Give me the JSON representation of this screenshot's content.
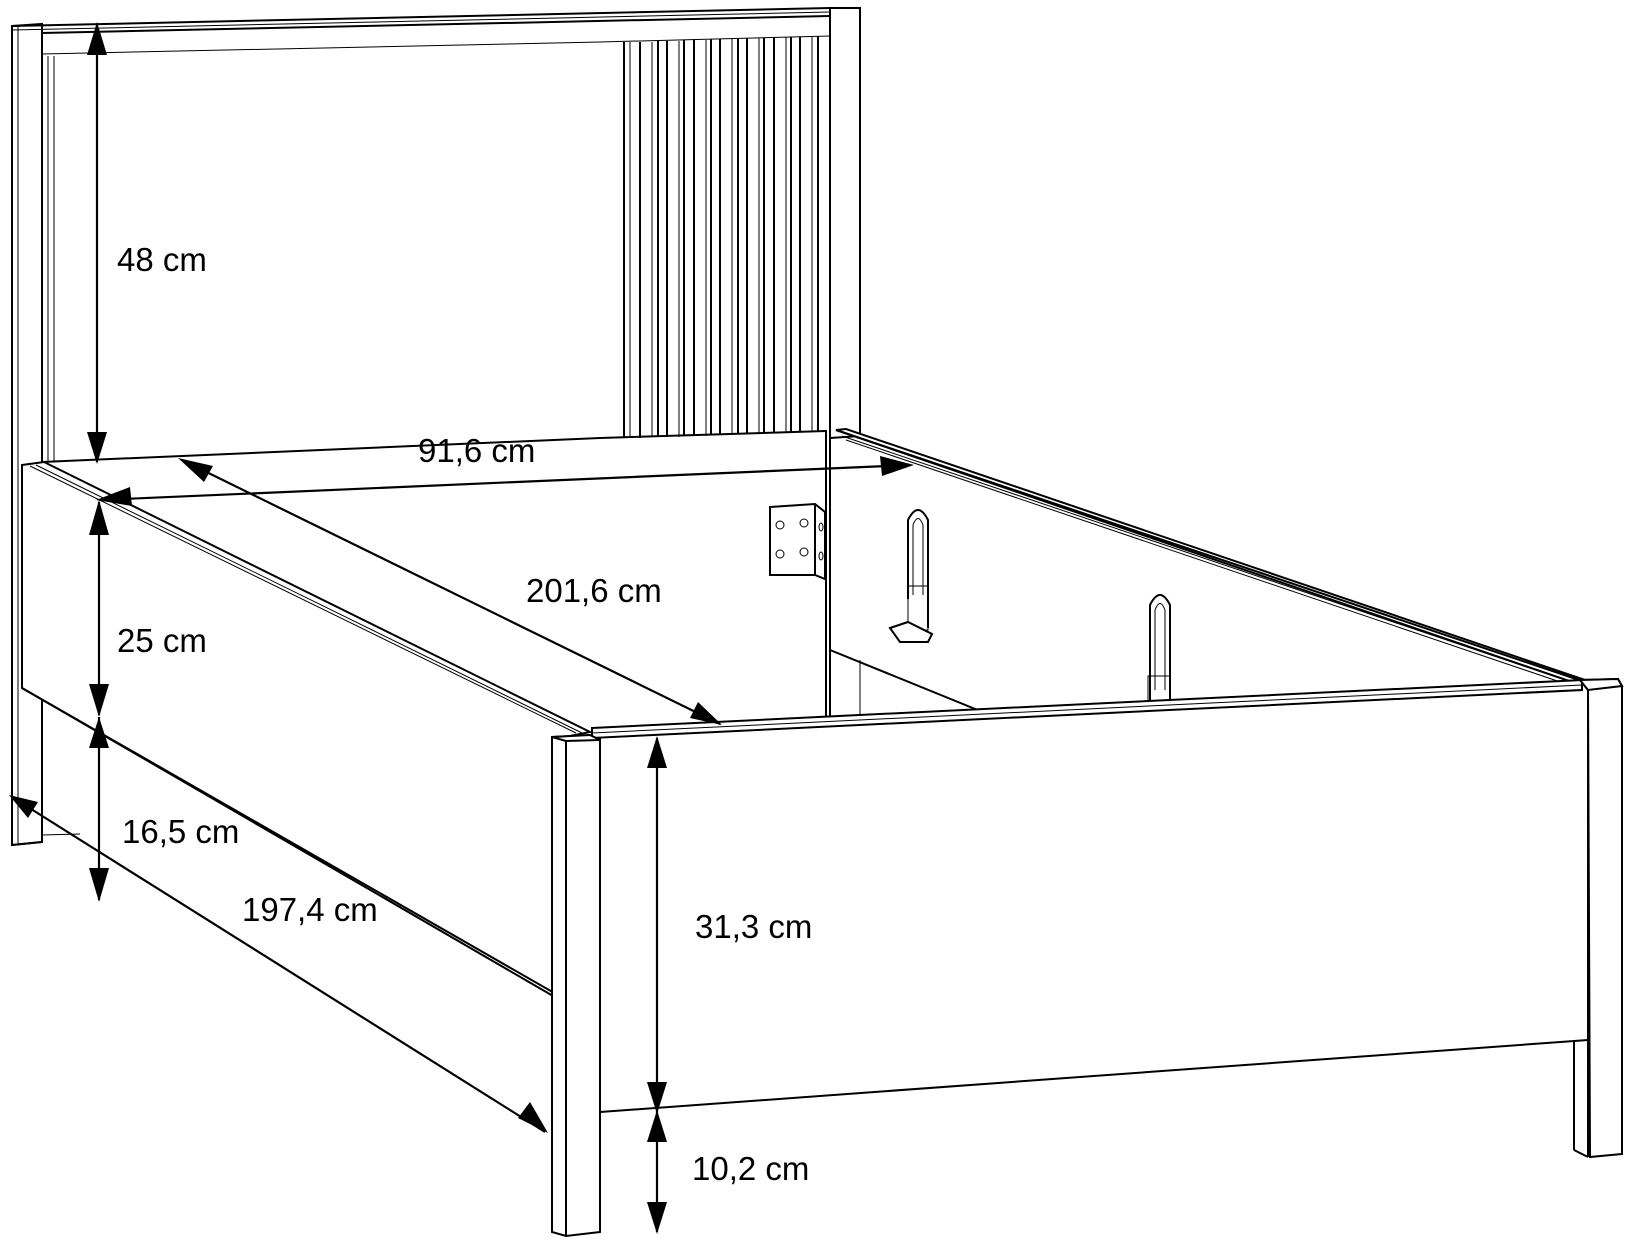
{
  "diagram": {
    "subject": "Single bed frame with slatted headboard",
    "unit": "cm",
    "dimensions": {
      "headboard_height": "48 cm",
      "inner_width": "91,6 cm",
      "inner_length": "201,6 cm",
      "side_rail_height": "25 cm",
      "side_rail_clearance": "16,5 cm",
      "outer_length": "197,4 cm",
      "footboard_height": "31,3 cm",
      "footboard_clearance": "10,2 cm"
    },
    "parts": {
      "headboard_slats": 14,
      "corner_brackets": 1,
      "slat_hangers": 2
    },
    "colors": {
      "line": "#000000",
      "background": "#ffffff"
    }
  }
}
